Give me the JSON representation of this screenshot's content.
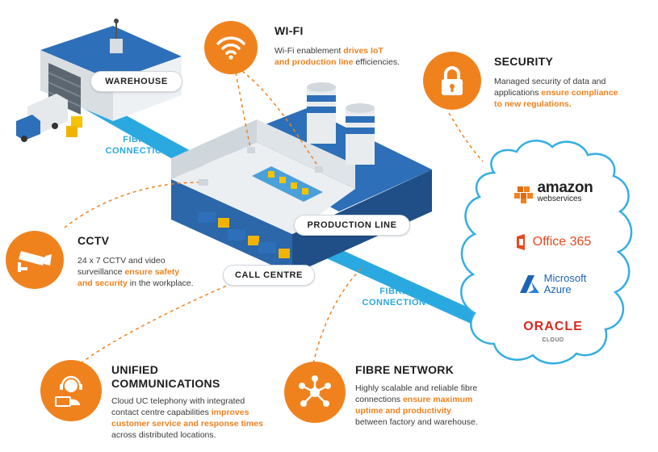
{
  "labels": {
    "warehouse": "WAREHOUSE",
    "production_line": "PRODUCTION LINE",
    "call_centre": "CALL CENTRE",
    "fibre_1_line1": "FIBRE",
    "fibre_1_line2": "CONNECTION",
    "fibre_2_line1": "FIBRE",
    "fibre_2_line2": "CONNECTION"
  },
  "wifi": {
    "title": "WI-FI",
    "text_1": "Wi-Fi enablement ",
    "highlight_1": "drives IoT",
    "highlight_2": "and production line",
    "text_2": " efficiencies."
  },
  "security": {
    "title": "SECURITY",
    "text_1": "Managed security of data and",
    "text_2": "applications ",
    "highlight_1": "ensure compliance",
    "highlight_2": "to new regulations."
  },
  "cctv": {
    "title": "CCTV",
    "text_1": "24 x 7 CCTV and video",
    "text_2": "surveillance ",
    "highlight_1": "ensure safety",
    "highlight_2": "and security",
    "text_3": " in the workplace."
  },
  "uc": {
    "title_1": "UNIFIED",
    "title_2": "COMMUNICATIONS",
    "text_1": "Cloud UC telephony with integrated",
    "text_2": "contact centre capabilities ",
    "highlight_1": "improves",
    "highlight_2": "customer service and response times",
    "text_3": "across distributed locations."
  },
  "fibre_network": {
    "title": "FIBRE NETWORK",
    "text_1": "Highly scalable and reliable fibre",
    "text_2": "connections ",
    "highlight_1": "ensure maximum",
    "highlight_2": "uptime and productivity",
    "text_3": "between factory and warehouse."
  },
  "cloud": {
    "amazon": "amazon",
    "webservices": "webservices",
    "office": "Office 365",
    "microsoft": "Microsoft",
    "azure": "Azure",
    "oracle": "ORACLE",
    "oracle_cloud": "CLOUD"
  },
  "colors": {
    "accent": "#f0821e",
    "fibre": "#2aa9e0",
    "building": "#2b6cb0",
    "cloud_outline": "#34aee3"
  },
  "icons": [
    "wifi-icon",
    "lock-icon",
    "cctv-camera-icon",
    "headset-agent-icon",
    "network-hub-icon"
  ]
}
